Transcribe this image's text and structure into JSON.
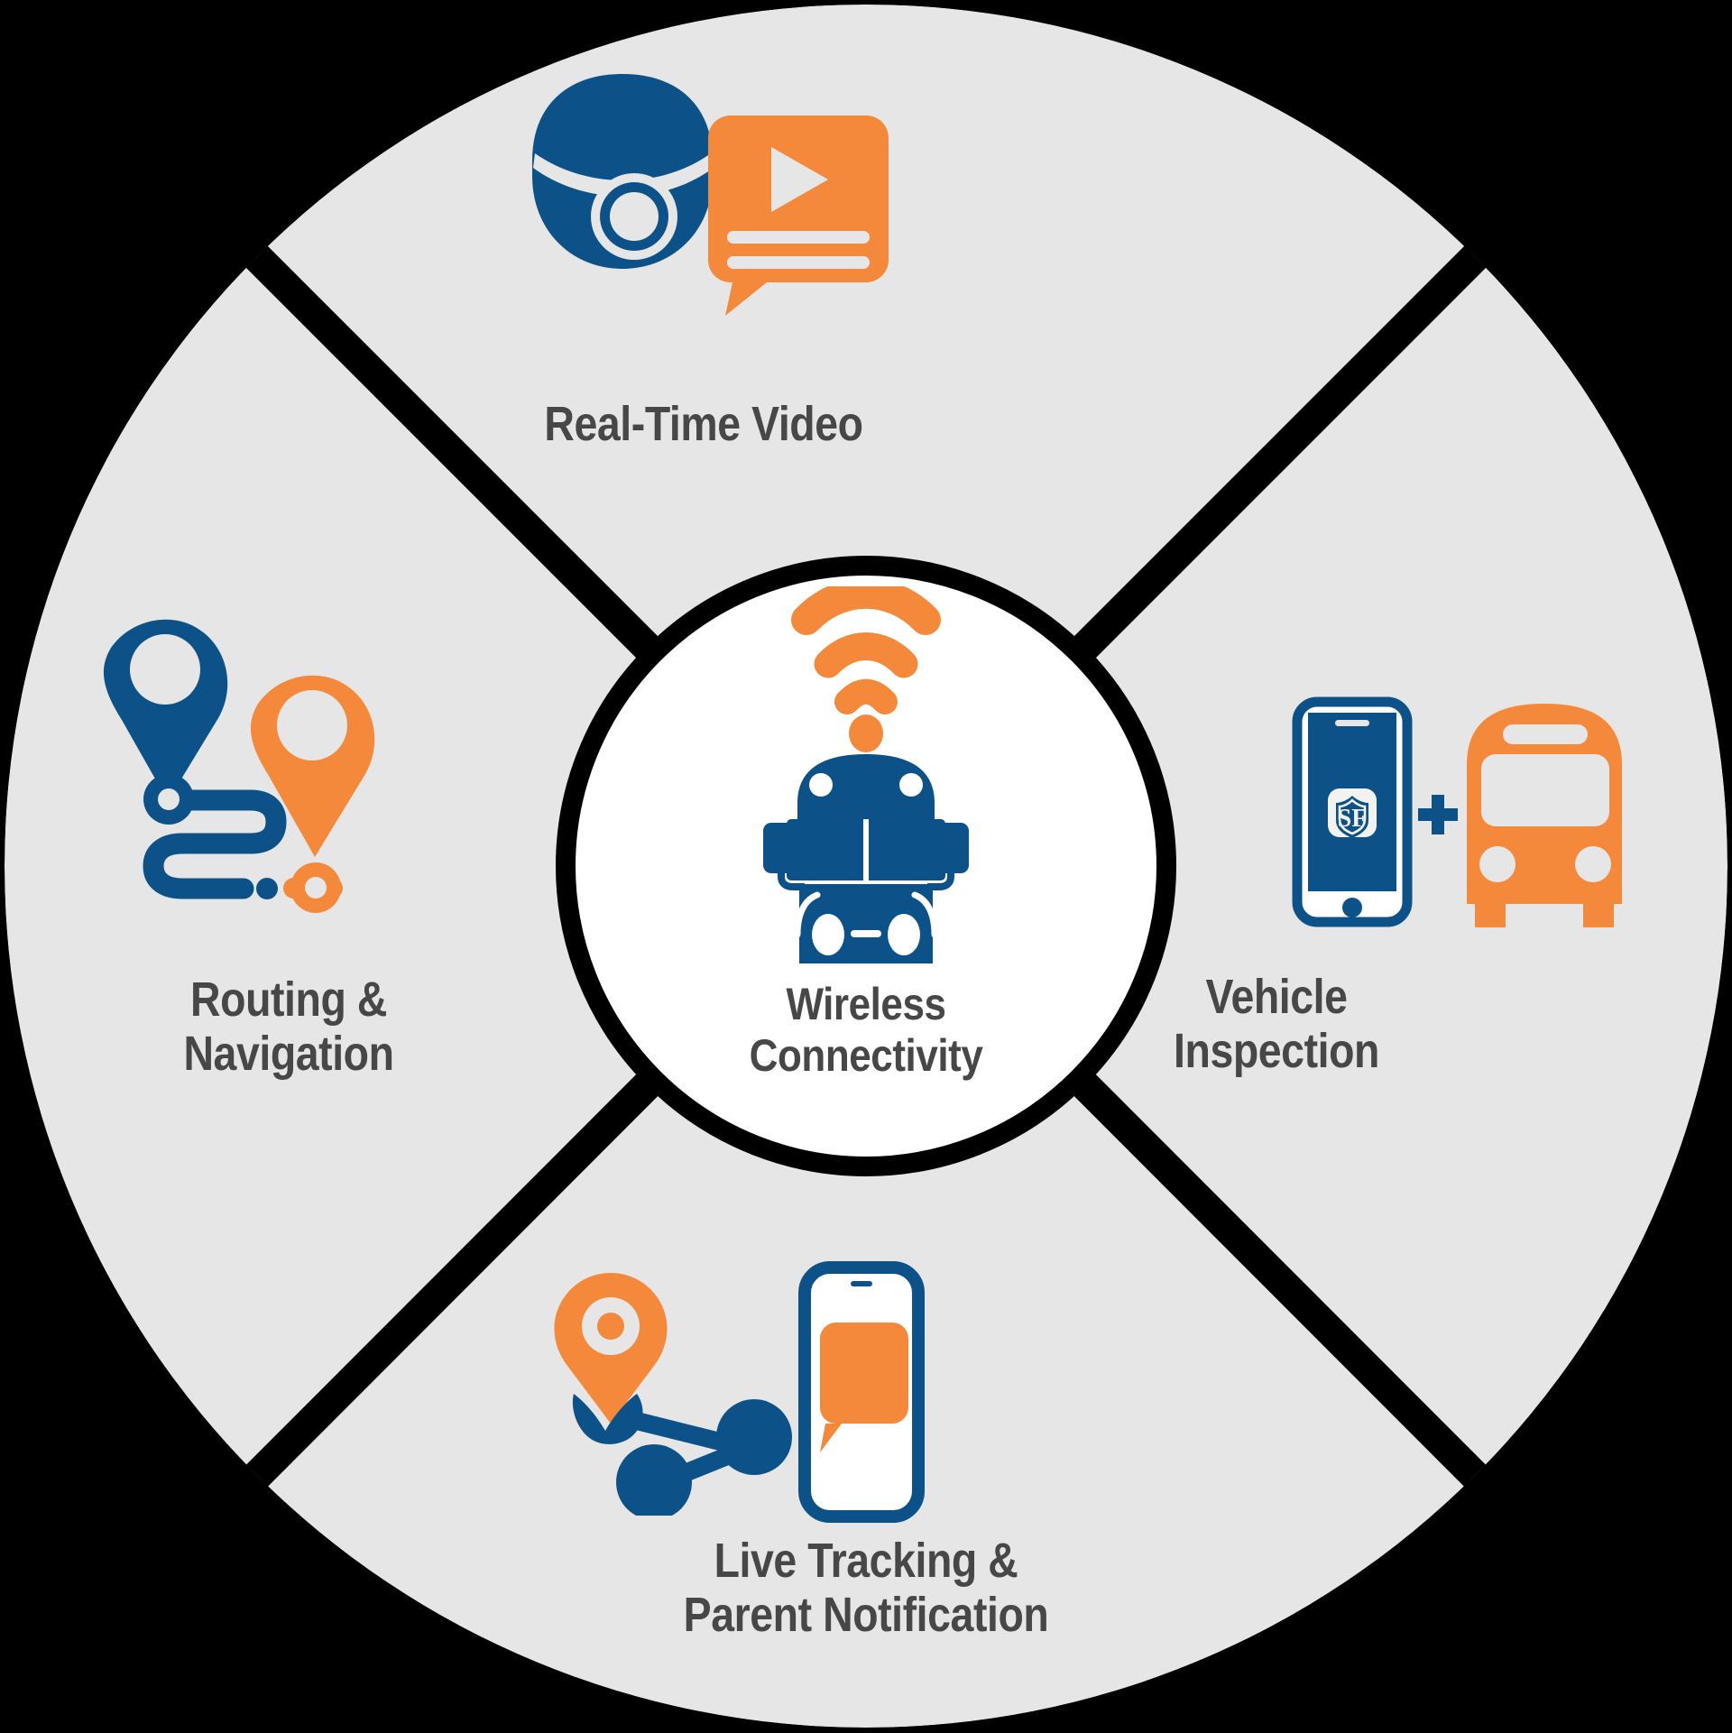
{
  "diagram": {
    "title_center": "Wireless Connectivity",
    "center": {
      "label_line1": "Wireless",
      "label_line2": "Connectivity",
      "icons": [
        "wifi-signal-icon",
        "school-bus-front-icon"
      ]
    },
    "segments": [
      {
        "id": "real-time-video",
        "position": "top",
        "label_line1": "Real-Time Video",
        "label_line2": "",
        "icons": [
          "dome-security-camera-icon",
          "video-play-bubble-icon"
        ]
      },
      {
        "id": "vehicle-inspection",
        "position": "right",
        "label_line1": "Vehicle",
        "label_line2": "Inspection",
        "icons": [
          "tablet-app-icon",
          "plus-icon",
          "bus-front-icon"
        ],
        "tablet_app_mark": "SF"
      },
      {
        "id": "live-tracking-parent-notification",
        "position": "bottom",
        "label_line1": "Live Tracking &",
        "label_line2": "Parent Notification",
        "icons": [
          "map-pin-target-icon",
          "share-network-icon",
          "smartphone-message-icon"
        ]
      },
      {
        "id": "routing-navigation",
        "position": "left",
        "label_line1": "Routing &",
        "label_line2": "Navigation",
        "icons": [
          "map-pin-start-icon",
          "route-path-icon",
          "map-pin-end-icon"
        ]
      }
    ],
    "colors": {
      "brand_blue": "#0c5289",
      "brand_orange": "#f4893c",
      "segment_fill": "#e6e6e6",
      "divider": "#000000",
      "center_fill": "#ffffff",
      "text": "#474747"
    }
  }
}
